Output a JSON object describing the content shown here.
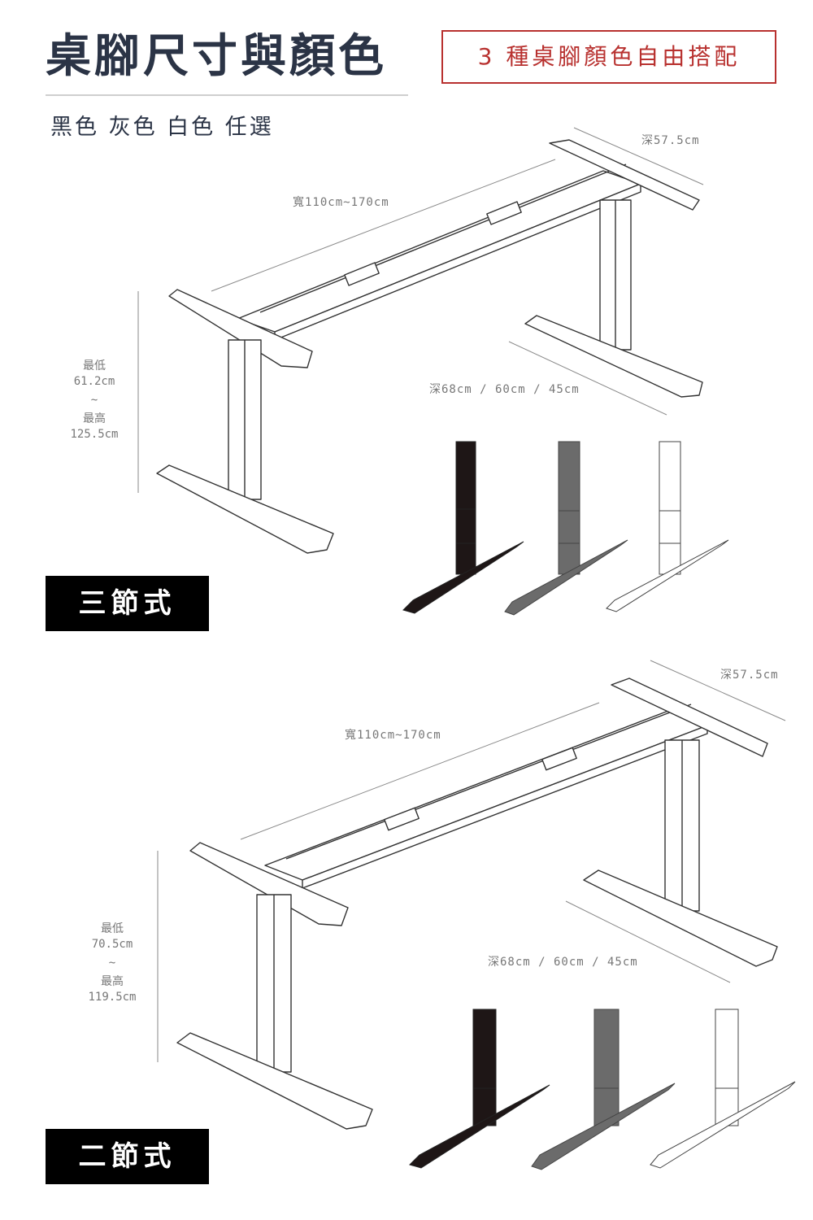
{
  "header": {
    "title": "桌腳尺寸與顏色",
    "badge": "3 種桌腳顏色自由搭配",
    "subtitle": "黑色 灰色 白色 任選"
  },
  "sections": [
    {
      "tag": "三節式",
      "depth_top": "深57.5cm",
      "width": "寬110cm~170cm",
      "depth_bottom": "深68cm / 60cm / 45cm",
      "height": {
        "min_label": "最低",
        "min_value": "61.2cm",
        "sep": "~",
        "max_label": "最高",
        "max_value": "125.5cm"
      },
      "stages": 3
    },
    {
      "tag": "二節式",
      "depth_top": "深57.5cm",
      "width": "寬110cm~170cm",
      "depth_bottom": "深68cm / 60cm / 45cm",
      "height": {
        "min_label": "最低",
        "min_value": "70.5cm",
        "sep": "~",
        "max_label": "最高",
        "max_value": "119.5cm"
      },
      "stages": 2
    }
  ],
  "colors": {
    "title": "#2b3446",
    "accent": "#b8312f",
    "leg_black": "#1e1616",
    "leg_gray": "#6b6b6b",
    "leg_white": "#ffffff"
  }
}
